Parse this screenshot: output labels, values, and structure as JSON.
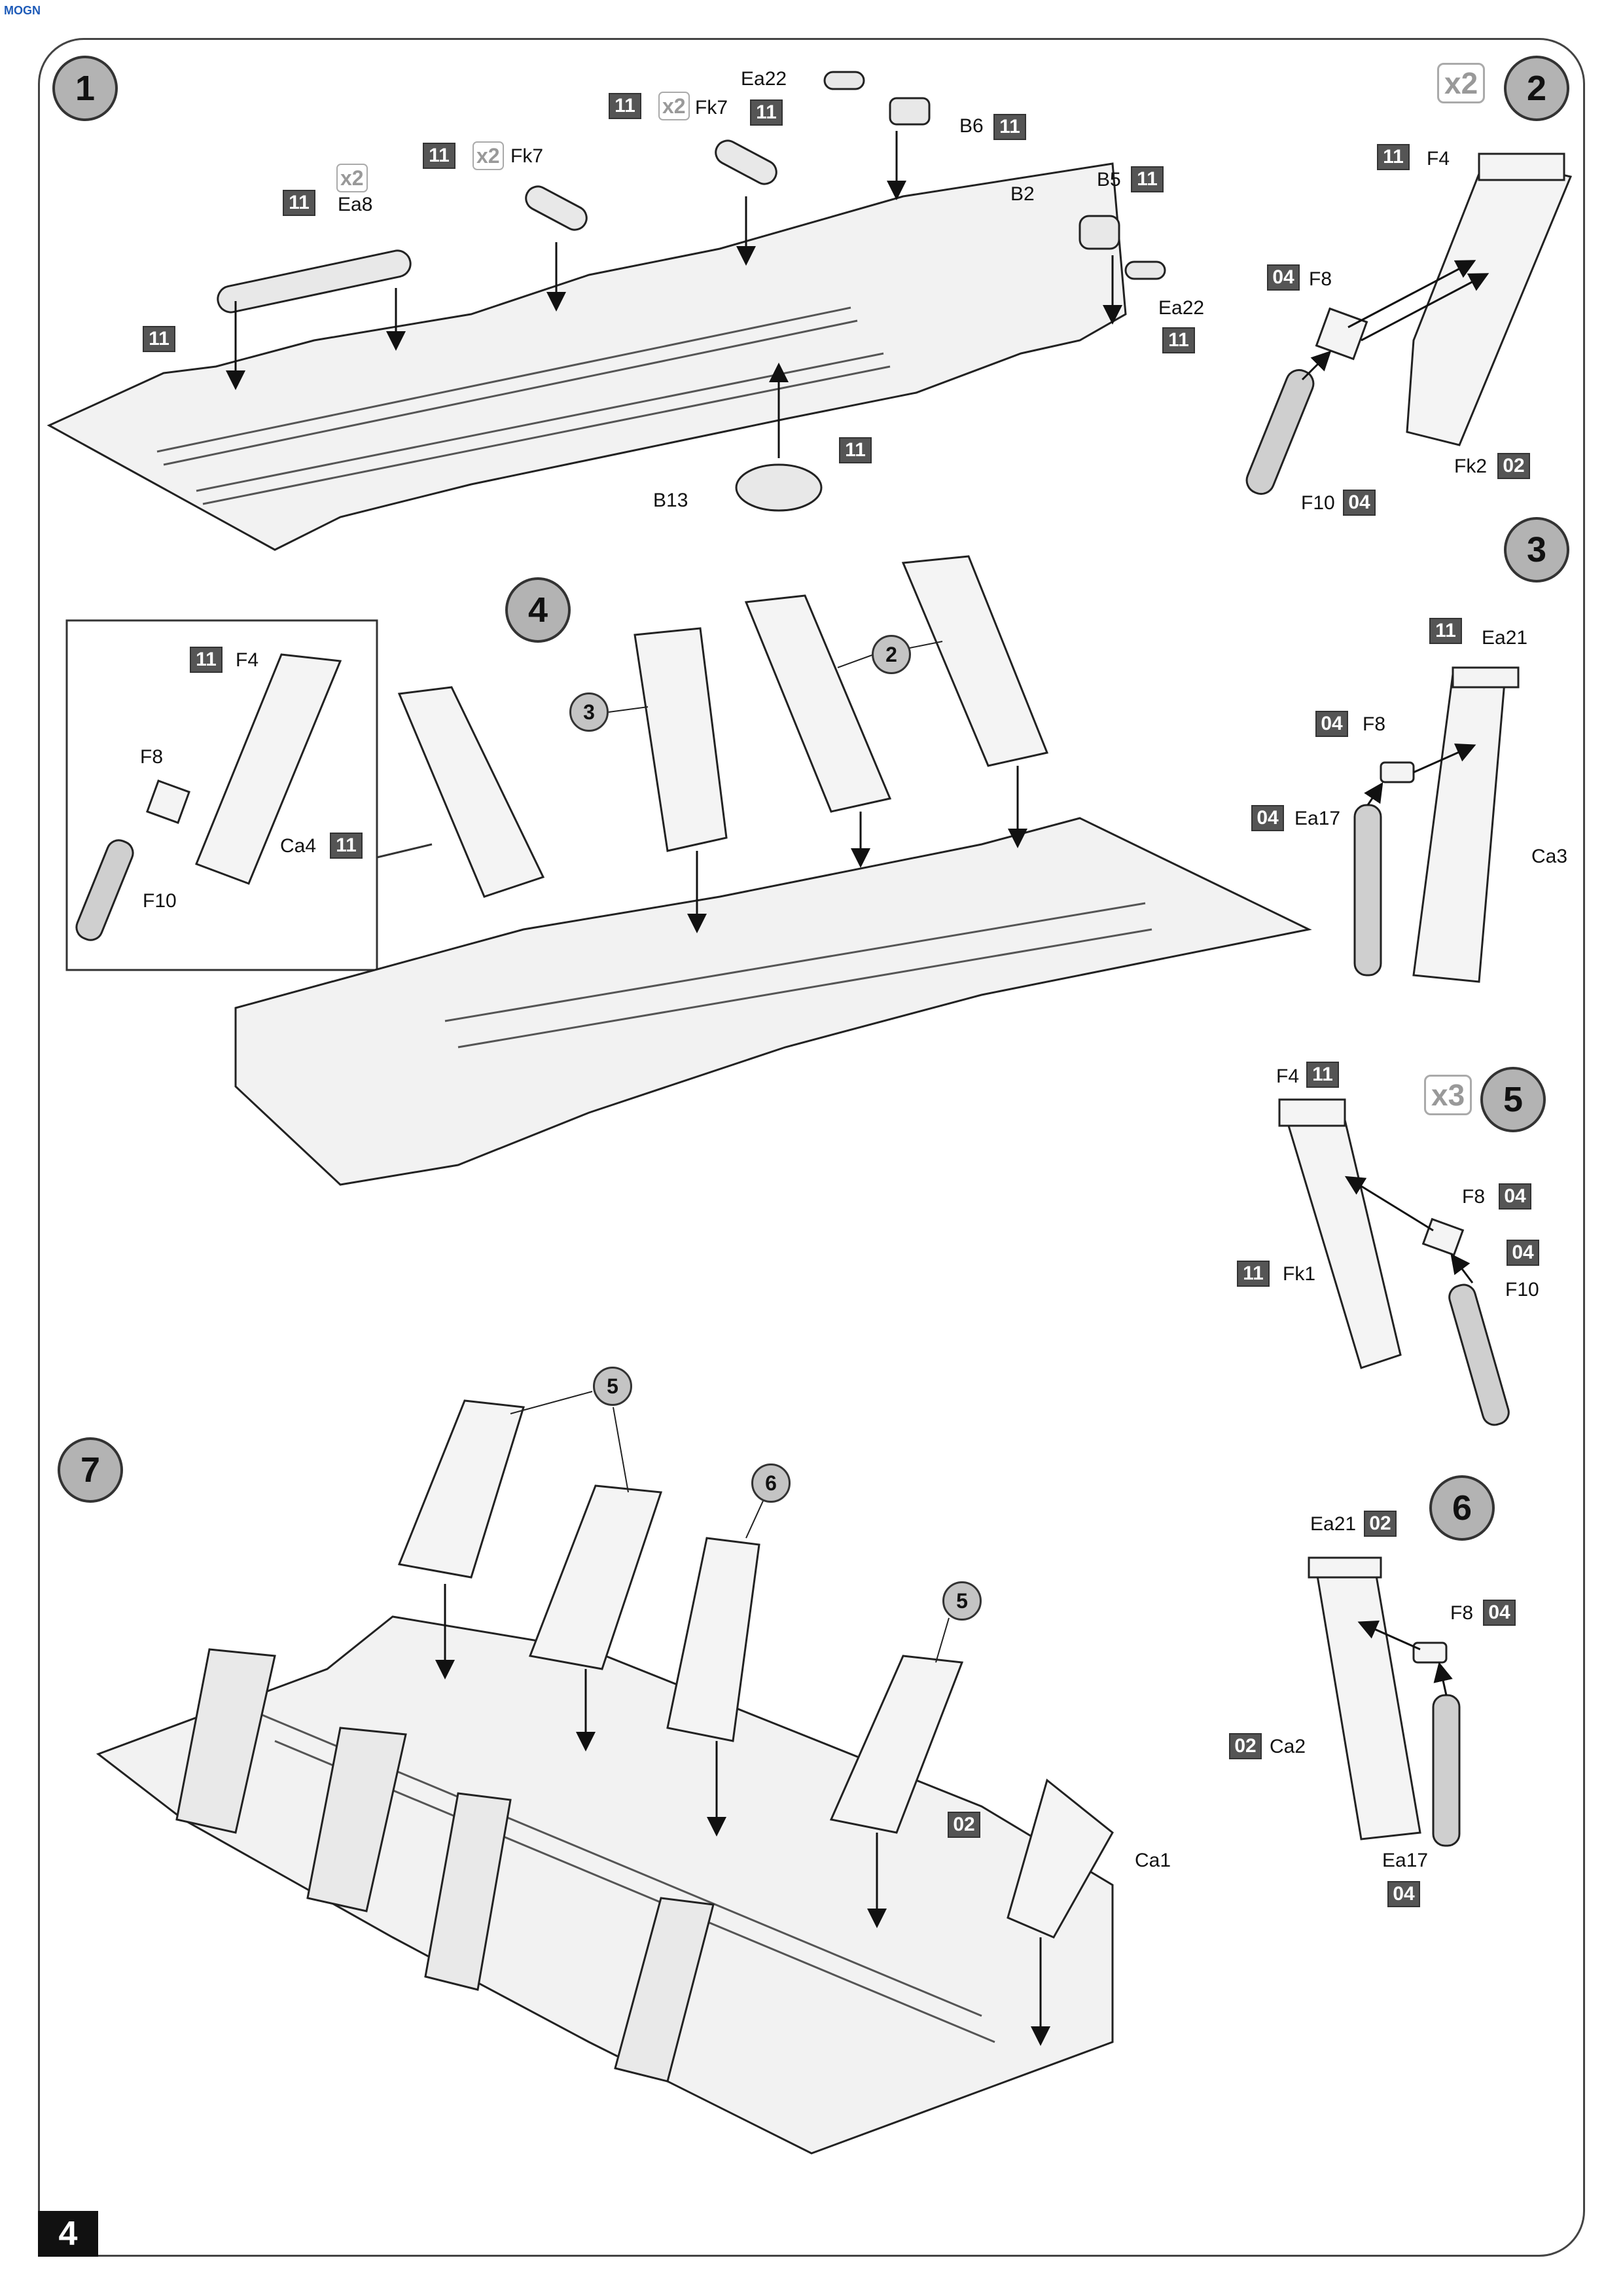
{
  "logo": {
    "text_a": "MO",
    "text_b": "GN"
  },
  "page_number": "4",
  "steps": [
    {
      "num": "1"
    },
    {
      "num": "2"
    },
    {
      "num": "3"
    },
    {
      "num": "4"
    },
    {
      "num": "5"
    },
    {
      "num": "6"
    },
    {
      "num": "7"
    }
  ],
  "multipliers": {
    "step2": "x2",
    "step5": "x3",
    "ea8": "x2",
    "fk7a": "x2",
    "fk7b": "x2"
  },
  "sprue_tags": {
    "s1_ea8": "11",
    "s1_fk7a": "11",
    "s1_fk7b": "11",
    "s1_fk7b2": "11",
    "s1_b6": "11",
    "s1_b5": "11",
    "s1_ea22": "11",
    "s1_plate": "11",
    "s1_b13": "11",
    "s2_f4": "11",
    "s2_f8": "04",
    "s2_fk2": "02",
    "s2_f10": "04",
    "s3_ea21": "11",
    "s3_f8": "04",
    "s3_ea17": "04",
    "s4_f4": "11",
    "s4_ca4": "11",
    "s5_f4": "11",
    "s5_f8": "04",
    "s5_f10": "04",
    "s5_fk1": "11",
    "s6_ea21": "02",
    "s6_f8": "04",
    "s6_ca2": "02",
    "s6_ea17": "04",
    "s7_ca1": "02"
  },
  "part_labels": {
    "s1_ea8": "Ea8",
    "s1_fk7a": "Fk7",
    "s1_fk7b": "Fk7",
    "s1_ea22a": "Ea22",
    "s1_b6": "B6",
    "s1_b2": "B2",
    "s1_b5": "B5",
    "s1_ea22b": "Ea22",
    "s1_b13": "B13",
    "s2_f4": "F4",
    "s2_f8": "F8",
    "s2_fk2": "Fk2",
    "s2_f10": "F10",
    "s3_ea21": "Ea21",
    "s3_f8": "F8",
    "s3_ea17": "Ea17",
    "s3_ca3": "Ca3",
    "s4_f4": "F4",
    "s4_f8": "F8",
    "s4_ca4": "Ca4",
    "s4_f10": "F10",
    "s5_f4": "F4",
    "s5_f8": "F8",
    "s5_f10": "F10",
    "s5_fk1": "Fk1",
    "s6_ea21": "Ea21",
    "s6_f8": "F8",
    "s6_ca2": "Ca2",
    "s6_ea17": "Ea17",
    "s7_ca1": "Ca1"
  },
  "callouts": {
    "s4_c3": "3",
    "s4_c2": "2",
    "s7_c5a": "5",
    "s7_c6": "6",
    "s7_c5b": "5"
  }
}
